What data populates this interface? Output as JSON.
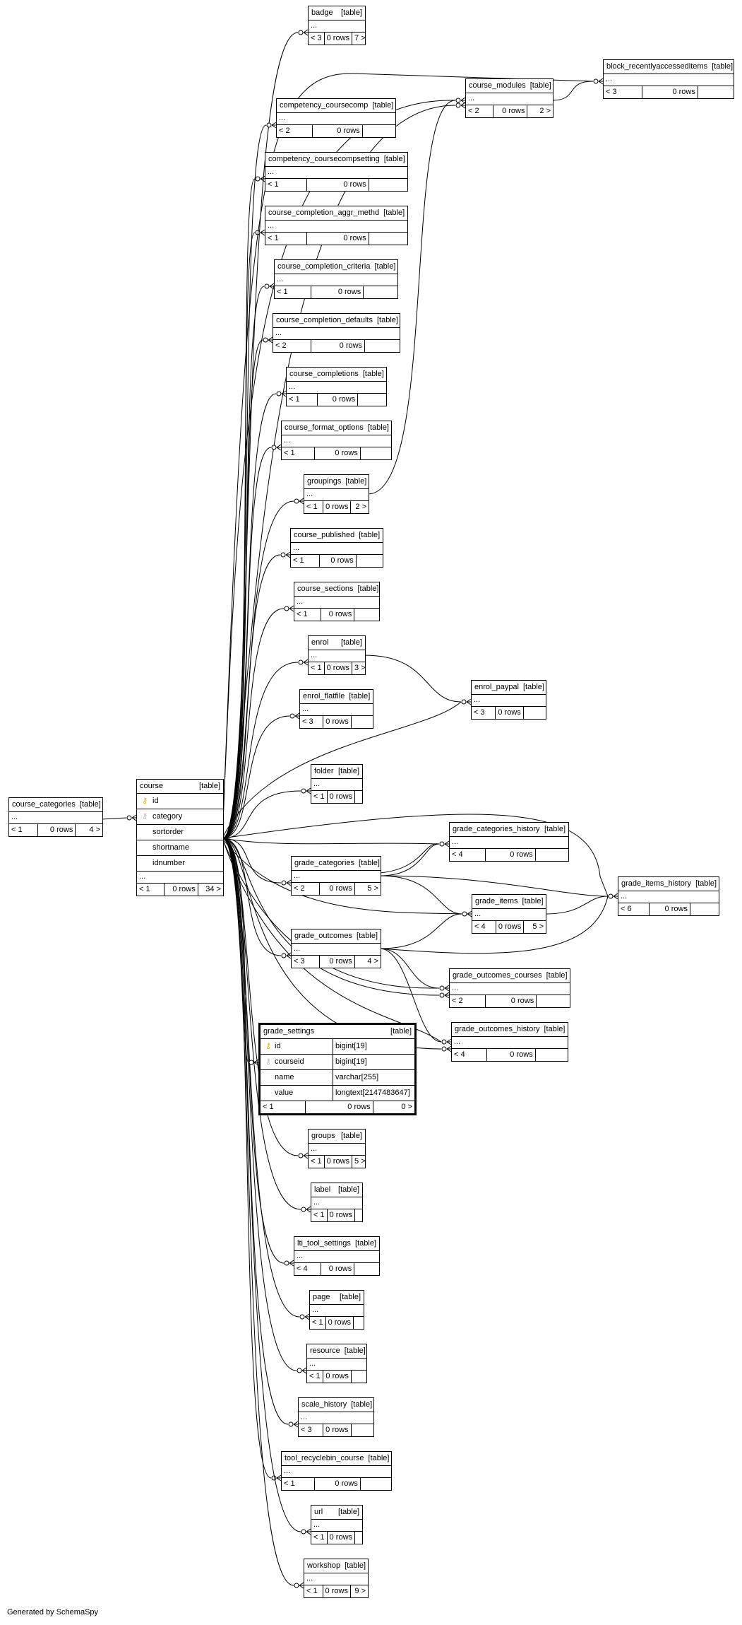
{
  "diagram": {
    "generated_by": "Generated by SchemaSpy",
    "tables": [
      {
        "id": "badge",
        "name": "badge",
        "tag": "[table]",
        "dots": "...",
        "left": "< 3",
        "rows": "0 rows",
        "right": "7 >"
      },
      {
        "id": "block_recentlyaccesseditems",
        "name": "block_recentlyaccesseditems",
        "tag": "[table]",
        "dots": "...",
        "left": "< 3",
        "rows": "0 rows",
        "right": ""
      },
      {
        "id": "course_modules",
        "name": "course_modules",
        "tag": "[table]",
        "dots": "...",
        "left": "< 2",
        "rows": "0 rows",
        "right": "2 >"
      },
      {
        "id": "competency_coursecomp",
        "name": "competency_coursecomp",
        "tag": "[table]",
        "dots": "...",
        "left": "< 2",
        "rows": "0 rows",
        "right": ""
      },
      {
        "id": "competency_coursecompsetting",
        "name": "competency_coursecompsetting",
        "tag": "[table]",
        "dots": "...",
        "left": "< 1",
        "rows": "0 rows",
        "right": ""
      },
      {
        "id": "course_completion_aggr_methd",
        "name": "course_completion_aggr_methd",
        "tag": "[table]",
        "dots": "...",
        "left": "< 1",
        "rows": "0 rows",
        "right": ""
      },
      {
        "id": "course_completion_criteria",
        "name": "course_completion_criteria",
        "tag": "[table]",
        "dots": "...",
        "left": "< 1",
        "rows": "0 rows",
        "right": ""
      },
      {
        "id": "course_completion_defaults",
        "name": "course_completion_defaults",
        "tag": "[table]",
        "dots": "...",
        "left": "< 2",
        "rows": "0 rows",
        "right": ""
      },
      {
        "id": "course_completions",
        "name": "course_completions",
        "tag": "[table]",
        "dots": "...",
        "left": "< 1",
        "rows": "0 rows",
        "right": ""
      },
      {
        "id": "course_format_options",
        "name": "course_format_options",
        "tag": "[table]",
        "dots": "...",
        "left": "< 1",
        "rows": "0 rows",
        "right": ""
      },
      {
        "id": "groupings",
        "name": "groupings",
        "tag": "[table]",
        "dots": "...",
        "left": "< 1",
        "rows": "0 rows",
        "right": "2 >"
      },
      {
        "id": "course_published",
        "name": "course_published",
        "tag": "[table]",
        "dots": "...",
        "left": "< 1",
        "rows": "0 rows",
        "right": ""
      },
      {
        "id": "course_sections",
        "name": "course_sections",
        "tag": "[table]",
        "dots": "...",
        "left": "< 1",
        "rows": "0 rows",
        "right": ""
      },
      {
        "id": "enrol",
        "name": "enrol",
        "tag": "[table]",
        "dots": "...",
        "left": "< 1",
        "rows": "0 rows",
        "right": "3 >"
      },
      {
        "id": "enrol_paypal",
        "name": "enrol_paypal",
        "tag": "[table]",
        "dots": "...",
        "left": "< 3",
        "rows": "0 rows",
        "right": ""
      },
      {
        "id": "enrol_flatfile",
        "name": "enrol_flatfile",
        "tag": "[table]",
        "dots": "...",
        "left": "< 3",
        "rows": "0 rows",
        "right": ""
      },
      {
        "id": "folder",
        "name": "folder",
        "tag": "[table]",
        "dots": "...",
        "left": "< 1",
        "rows": "0 rows",
        "right": ""
      },
      {
        "id": "course_categories",
        "name": "course_categories",
        "tag": "[table]",
        "dots": "...",
        "left": "< 1",
        "rows": "0 rows",
        "right": "4 >"
      },
      {
        "id": "grade_categories_history",
        "name": "grade_categories_history",
        "tag": "[table]",
        "dots": "...",
        "left": "< 4",
        "rows": "0 rows",
        "right": ""
      },
      {
        "id": "grade_categories",
        "name": "grade_categories",
        "tag": "[table]",
        "dots": "...",
        "left": "< 2",
        "rows": "0 rows",
        "right": "5 >"
      },
      {
        "id": "grade_items_history",
        "name": "grade_items_history",
        "tag": "[table]",
        "dots": "...",
        "left": "< 6",
        "rows": "0 rows",
        "right": ""
      },
      {
        "id": "grade_items",
        "name": "grade_items",
        "tag": "[table]",
        "dots": "...",
        "left": "< 4",
        "rows": "0 rows",
        "right": "5 >"
      },
      {
        "id": "grade_outcomes",
        "name": "grade_outcomes",
        "tag": "[table]",
        "dots": "...",
        "left": "< 3",
        "rows": "0 rows",
        "right": "4 >"
      },
      {
        "id": "grade_outcomes_courses",
        "name": "grade_outcomes_courses",
        "tag": "[table]",
        "dots": "...",
        "left": "< 2",
        "rows": "0 rows",
        "right": ""
      },
      {
        "id": "grade_outcomes_history",
        "name": "grade_outcomes_history",
        "tag": "[table]",
        "dots": "...",
        "left": "< 4",
        "rows": "0 rows",
        "right": ""
      },
      {
        "id": "groups",
        "name": "groups",
        "tag": "[table]",
        "dots": "...",
        "left": "< 1",
        "rows": "0 rows",
        "right": "5 >"
      },
      {
        "id": "label",
        "name": "label",
        "tag": "[table]",
        "dots": "...",
        "left": "< 1",
        "rows": "0 rows",
        "right": ""
      },
      {
        "id": "lti_tool_settings",
        "name": "lti_tool_settings",
        "tag": "[table]",
        "dots": "...",
        "left": "< 4",
        "rows": "0 rows",
        "right": ""
      },
      {
        "id": "page",
        "name": "page",
        "tag": "[table]",
        "dots": "...",
        "left": "< 1",
        "rows": "0 rows",
        "right": ""
      },
      {
        "id": "resource",
        "name": "resource",
        "tag": "[table]",
        "dots": "...",
        "left": "< 1",
        "rows": "0 rows",
        "right": ""
      },
      {
        "id": "scale_history",
        "name": "scale_history",
        "tag": "[table]",
        "dots": "...",
        "left": "< 3",
        "rows": "0 rows",
        "right": ""
      },
      {
        "id": "tool_recyclebin_course",
        "name": "tool_recyclebin_course",
        "tag": "[table]",
        "dots": "...",
        "left": "< 1",
        "rows": "0 rows",
        "right": ""
      },
      {
        "id": "url",
        "name": "url",
        "tag": "[table]",
        "dots": "...",
        "left": "< 1",
        "rows": "0 rows",
        "right": ""
      },
      {
        "id": "workshop",
        "name": "workshop",
        "tag": "[table]",
        "dots": "...",
        "left": "< 1",
        "rows": "0 rows",
        "right": "9 >"
      }
    ],
    "course": {
      "name": "course",
      "tag": "[table]",
      "columns": [
        {
          "name": "id",
          "key": "pk"
        },
        {
          "name": "category",
          "key": "fk"
        },
        {
          "name": "sortorder",
          "key": ""
        },
        {
          "name": "shortname",
          "key": ""
        },
        {
          "name": "idnumber",
          "key": ""
        }
      ],
      "dots": "...",
      "left": "< 1",
      "rows": "0 rows",
      "right": "34 >"
    },
    "grade_settings": {
      "name": "grade_settings",
      "tag": "[table]",
      "columns": [
        {
          "name": "id",
          "type": "bigint[19]",
          "key": "pk"
        },
        {
          "name": "courseid",
          "type": "bigint[19]",
          "key": "fk"
        },
        {
          "name": "name",
          "type": "varchar[255]",
          "key": ""
        },
        {
          "name": "value",
          "type": "longtext[2147483647]",
          "key": ""
        }
      ],
      "left": "< 1",
      "rows": "0 rows",
      "right": "0 >"
    },
    "icons": {
      "primary_key": "key-icon",
      "foreign_key": "key-icon"
    }
  }
}
